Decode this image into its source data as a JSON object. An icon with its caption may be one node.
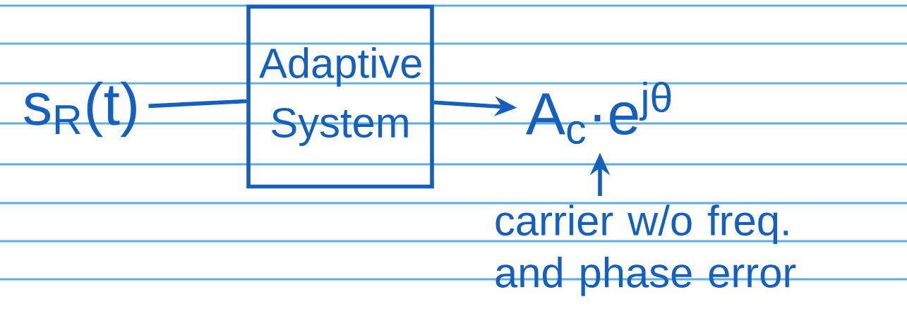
{
  "diagram": {
    "nodes": [
      {
        "text": [
          "s$_{R}$(t)"
        ]
      },
      {
        "text": [
          "Adaptive System"
        ]
      },
      {
        "text": [
          "A$_{c}$·e$^{jθ}$"
        ]
      },
      {
        "text": [
          "carrier w/o freq. and phase error"
        ]
      }
    ],
    "edges": [
      {
        "from": 0,
        "to": 1,
        "arrow": "none"
      },
      {
        "from": 1,
        "to": 2,
        "arrow": "to"
      },
      {
        "from": 3,
        "to": 2,
        "arrow": "to"
      }
    ]
  }
}
